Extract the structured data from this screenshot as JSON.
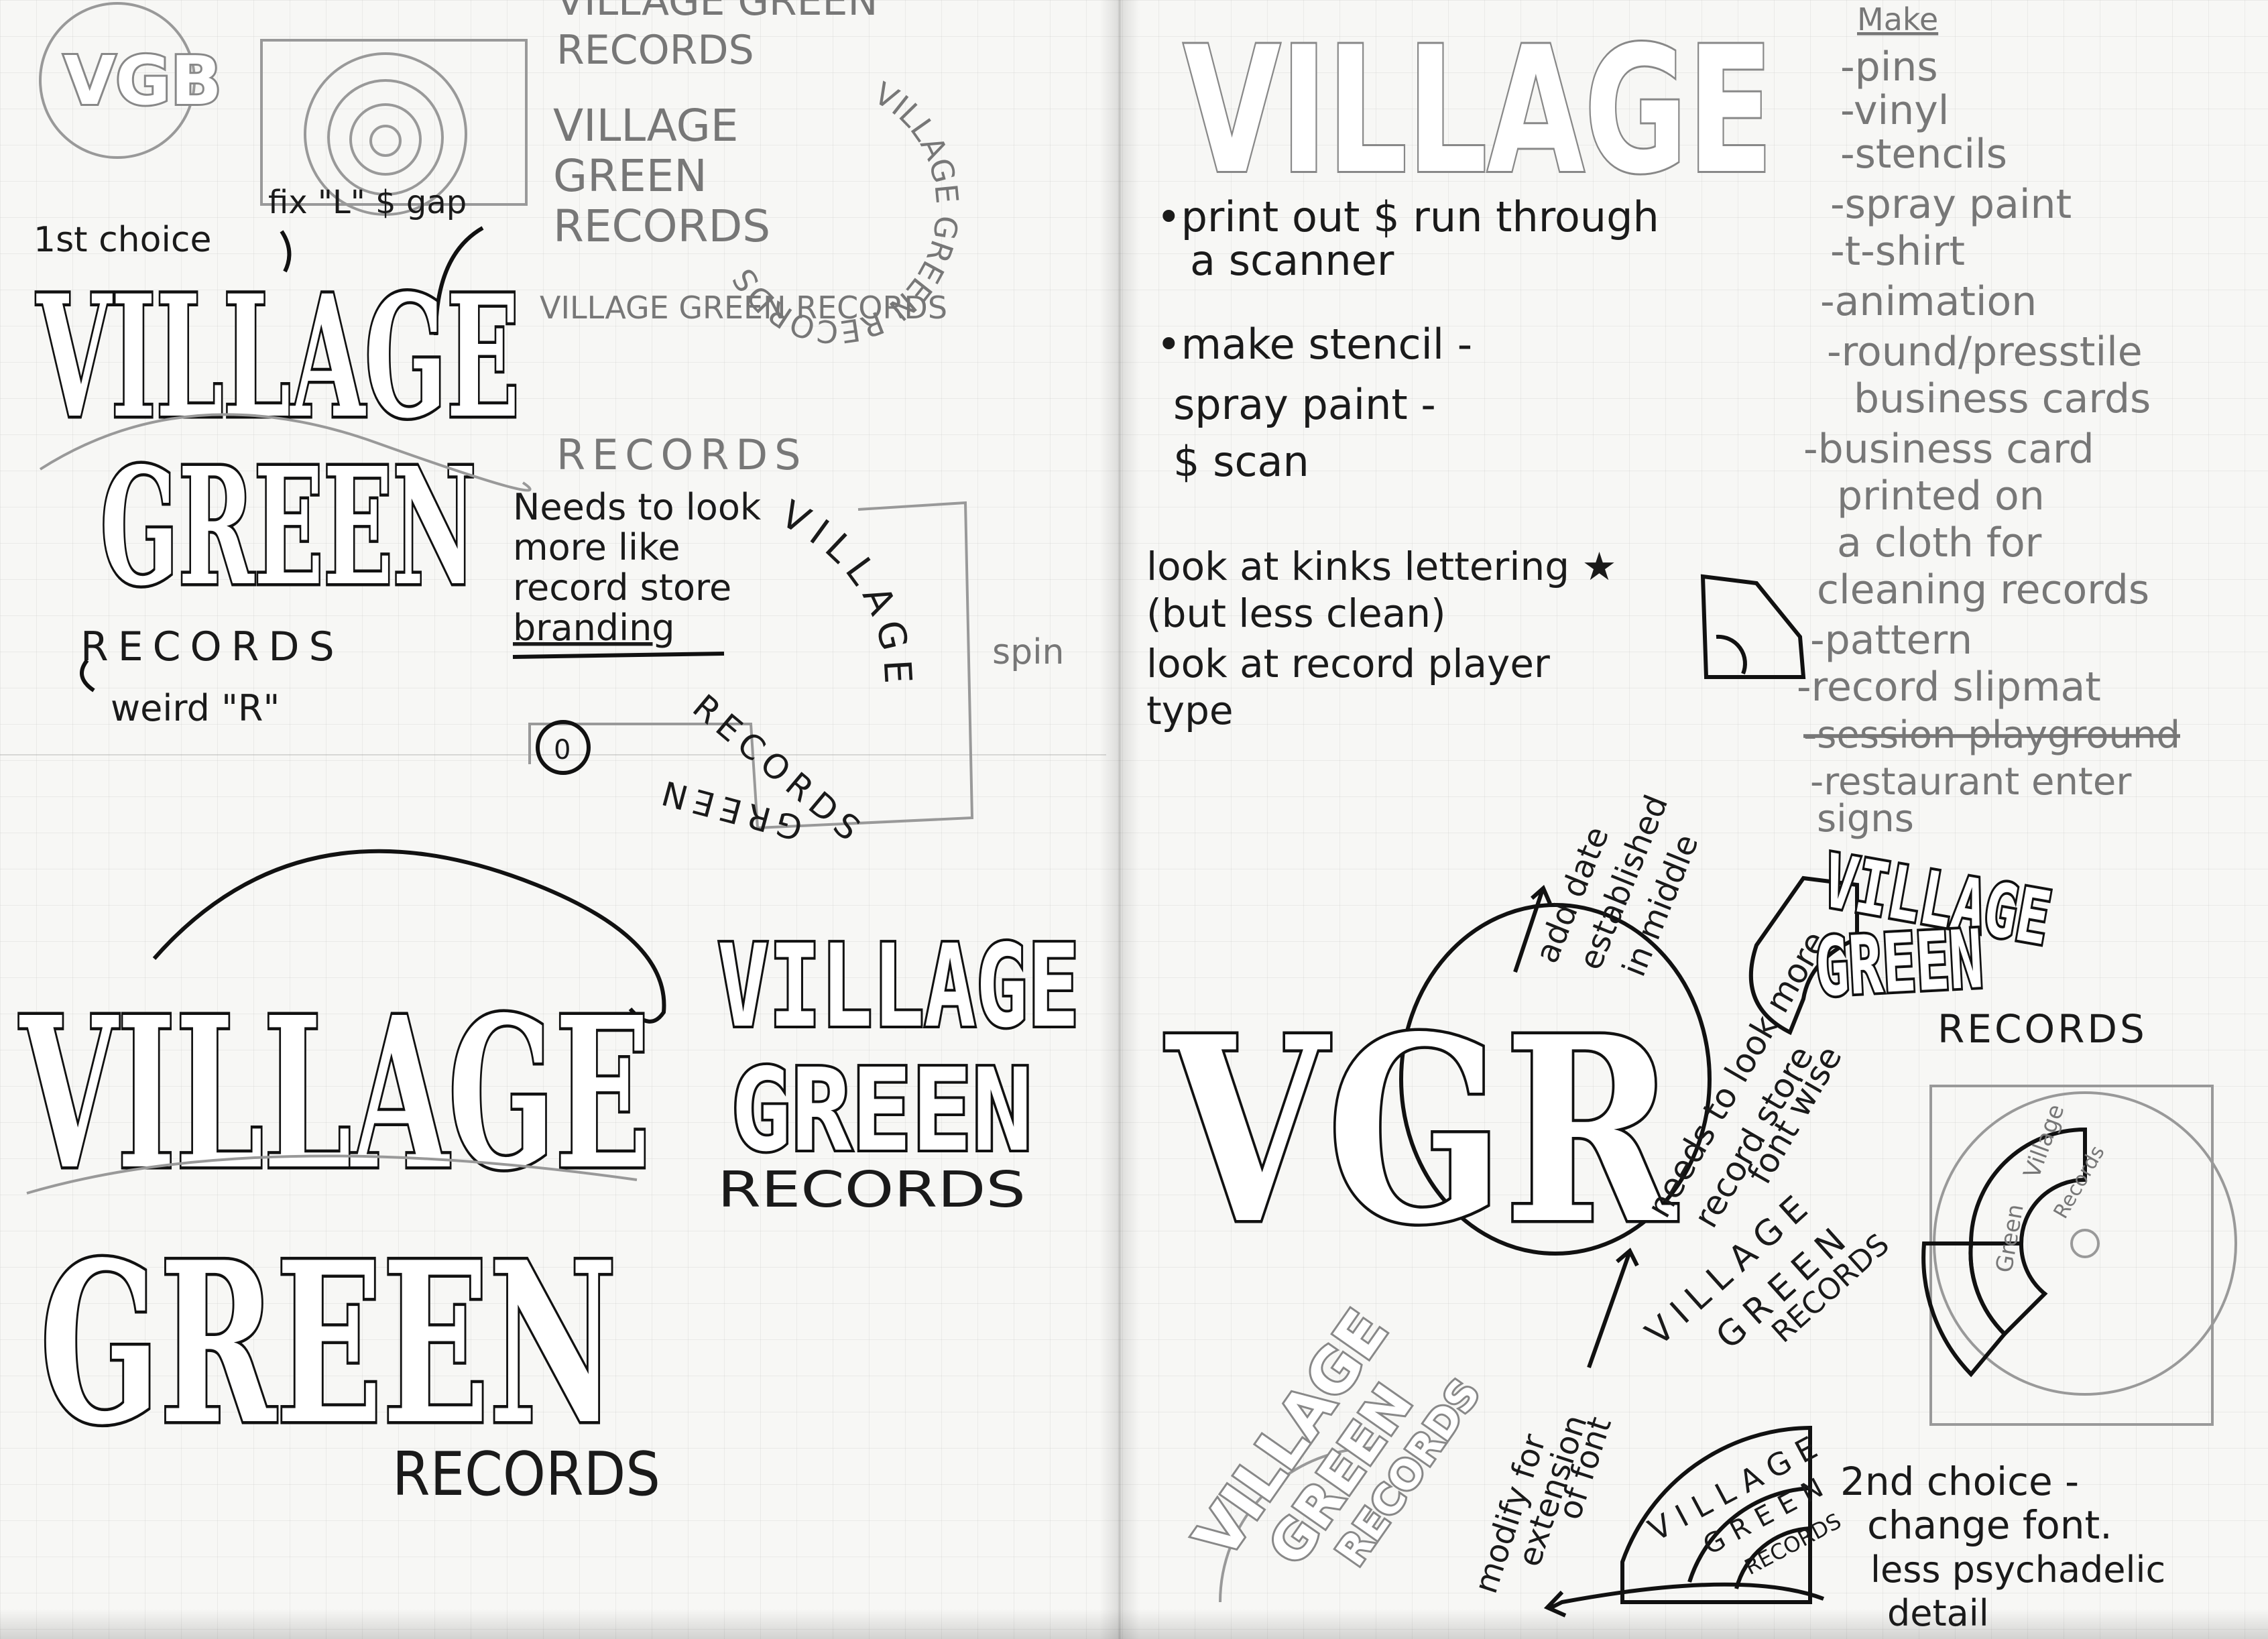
{
  "left_page": {
    "top_sketches": {
      "vgb_circle": "VGB",
      "top_title_a": "VILLAGE GREEN",
      "top_title_b": "RECORDS",
      "stacked": [
        "VILLAGE",
        "GREEN",
        "RECORDS"
      ],
      "circular_text": "VILLAGE GREEN RECORDS",
      "single_line": "VILLAGE GREEN RECORDS"
    },
    "notes": {
      "first_choice": "1st choice",
      "fix_l_gap": "fix \"L\" $ gap",
      "weird_r": "weird \"R\"",
      "needs_to_look": [
        "Needs to look",
        "more like",
        "record store",
        "branding"
      ],
      "spin": "spin"
    },
    "logo_main": {
      "line1": "VILLAGE",
      "line2": "GREEN",
      "line3": "RECORDS"
    },
    "records_faint": "RECORDS",
    "spiral_logo": {
      "word1": "VILLAGE",
      "word2": "GREEN",
      "word3": "RECORDS",
      "center": "0"
    },
    "big_logo": {
      "line1": "VILLAGE",
      "line2": "GREEN",
      "line3": "RECORDS"
    },
    "block_logo": {
      "line1": "VILLAGE",
      "line2": "GREEN",
      "line3": "RECORDS"
    }
  },
  "right_page": {
    "title": "VILLAGE",
    "make_list": {
      "heading": "Make",
      "items": [
        "-pins",
        "-vinyl",
        "-stencils",
        "-spray paint",
        "-t-shirt",
        "-animation",
        "-round/presstile",
        "business cards",
        "-business card",
        "printed on",
        "a cloth for",
        "cleaning records",
        "-pattern",
        "-record slipmat",
        "-session playground",
        "-restaurant enter",
        "signs"
      ]
    },
    "bullets": [
      "•print out $ run through",
      "a scanner",
      "•make stencil -",
      "spray paint -",
      "$ scan"
    ],
    "look_notes": [
      "look at kinks lettering ★",
      "(but less clean)",
      "look at record player",
      "type"
    ],
    "vgr": "VGR",
    "diagonal_notes": [
      "add date",
      "established",
      "in middle",
      "needs to look more",
      "record store",
      "font wise"
    ],
    "radial_text": [
      "VILLAGE",
      "GREEN",
      "RECORDS"
    ],
    "fan_logo": {
      "line1": "VILLAGE",
      "line2": "GREEN",
      "line3": "RECORDS"
    },
    "quarter_logo": {
      "line1": "VILLAGE",
      "line2": "GREEN",
      "line3": "RECORDS"
    },
    "modify_note": [
      "modify for",
      "extension",
      "of font"
    ],
    "second_choice": [
      "2nd choice -",
      "change font.",
      "less psychadelic",
      "detail"
    ],
    "disc_labels": [
      "Village",
      "Green",
      "Records"
    ]
  }
}
